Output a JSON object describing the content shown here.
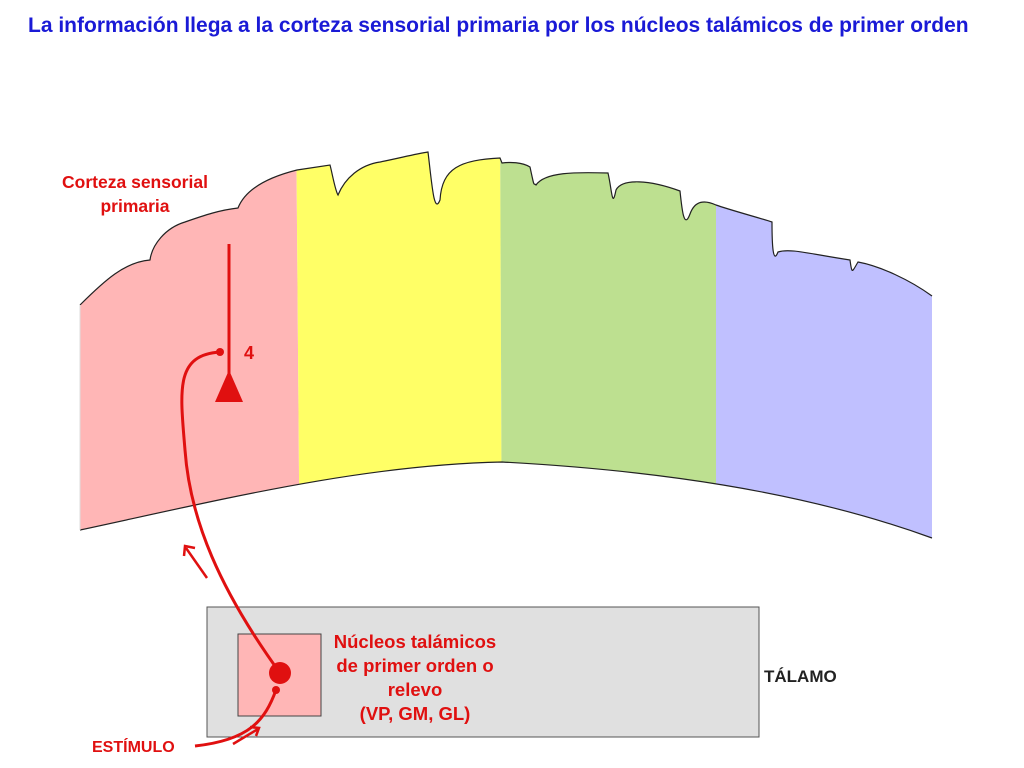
{
  "title": "La información llega a la corteza sensorial primaria por los núcleos talámicos de primer orden",
  "cortex_label_line1": "Corteza sensorial",
  "cortex_label_line2": "primaria",
  "layer_label": "4",
  "nucleus_label_line1": "Núcleos talámicos",
  "nucleus_label_line2": "de primer orden o",
  "nucleus_label_line3": "relevo",
  "nucleus_label_line4": "(VP, GM, GL)",
  "thalamus_label": "TÁLAMO",
  "stimulus_label": "ESTÍMULO",
  "colors": {
    "title": "#1a1ad6",
    "pathway": "#e01010",
    "primary_area": "#ffb6b6",
    "area_2": "#ffff66",
    "area_3": "#bde090",
    "area_4": "#c0c0ff",
    "thalamus": "#e0e0e0"
  }
}
